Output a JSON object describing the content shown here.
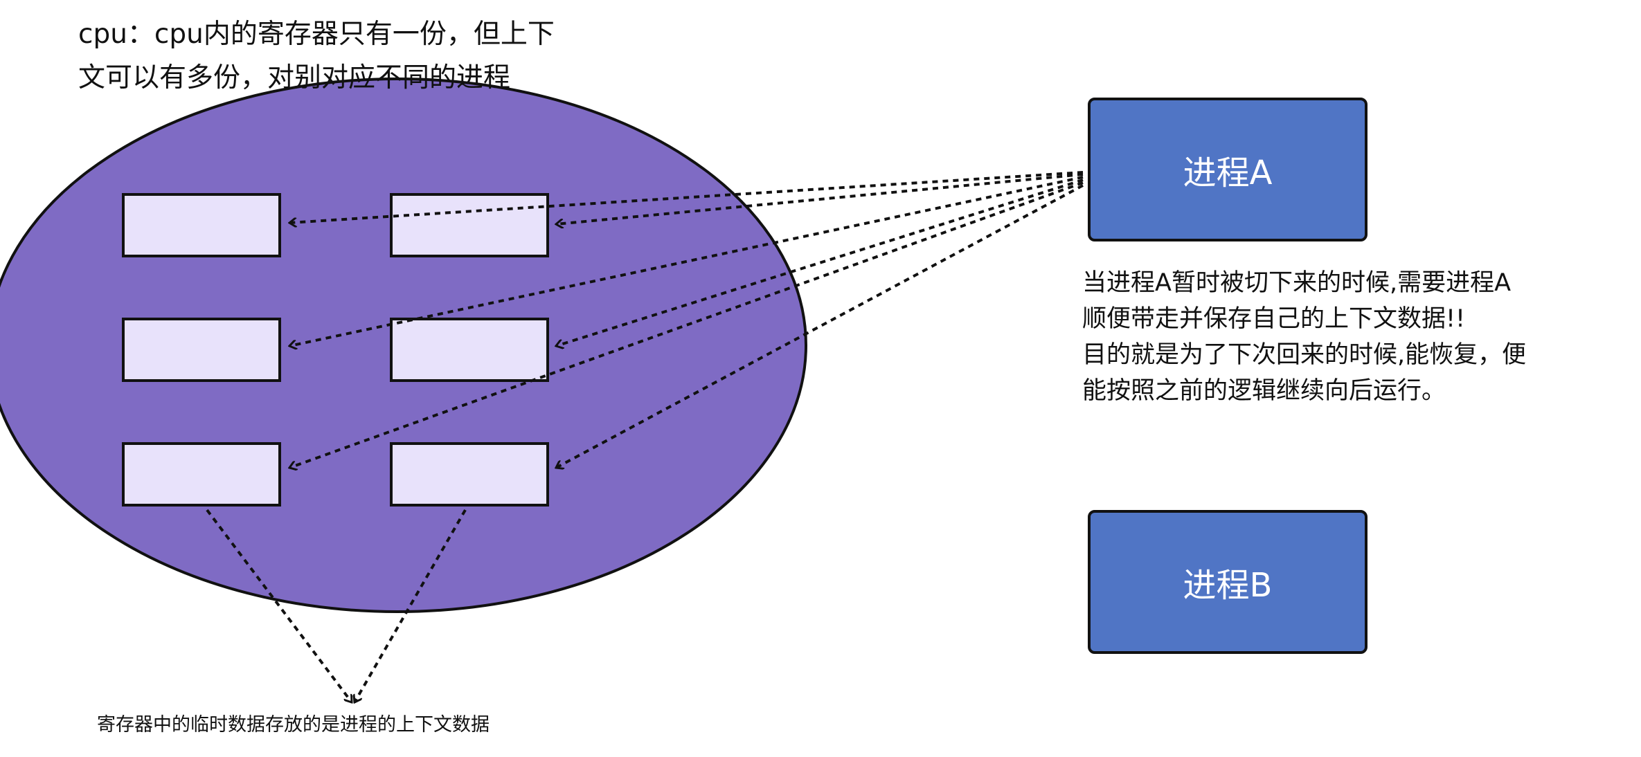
{
  "cpu_note": {
    "line1": "cpu：cpu内的寄存器只有一份，但上下",
    "line2": "文可以有多份，对别对应不同的进程"
  },
  "process_a": {
    "label": "进程A"
  },
  "process_b": {
    "label": "进程B"
  },
  "process_note": {
    "line1": "当进程A暂时被切下来的时候,需要进程A",
    "line2": "顺便带走并保存自己的上下文数据!!",
    "line3": "目的就是为了下次回来的时候,能恢复，便",
    "line4": "能按照之前的逻辑继续向后运行。"
  },
  "register_note": {
    "text": "寄存器中的临时数据存放的是进程的上下文数据"
  },
  "colors": {
    "cpu_fill": "#7f6bc4",
    "register_fill": "#e8e2fb",
    "process_fill": "#5075c5",
    "stroke": "#111111"
  }
}
